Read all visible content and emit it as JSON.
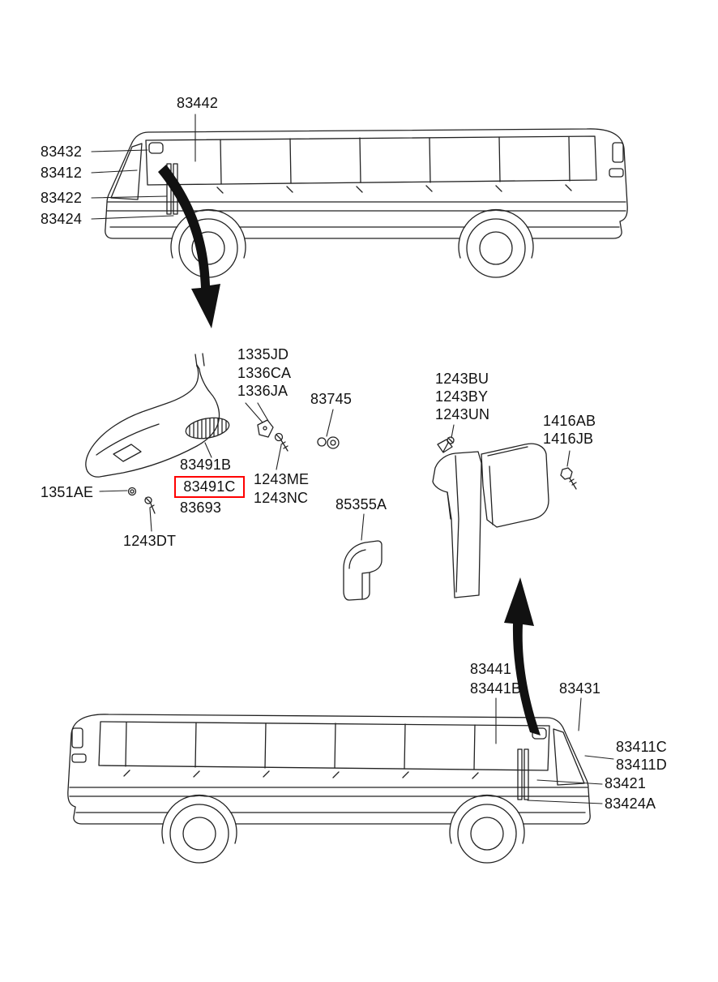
{
  "diagram": {
    "highlight_color": "#ff0000",
    "line_color": "#222222",
    "top_view": {
      "callouts": {
        "c83442": "83442",
        "c83432": "83432",
        "c83412": "83412",
        "c83422": "83422",
        "c83424": "83424"
      }
    },
    "detail_view": {
      "selected_part": "83491C",
      "callouts": {
        "c1335JD": "1335JD",
        "c1336CA": "1336CA",
        "c1336JA": "1336JA",
        "c83745": "83745",
        "c1243BU": "1243BU",
        "c1243BY": "1243BY",
        "c1243UN": "1243UN",
        "c1416AB": "1416AB",
        "c1416JB": "1416JB",
        "c83491B": "83491B",
        "c83491C": "83491C",
        "c83693": "83693",
        "c1351AE": "1351AE",
        "c1243ME": "1243ME",
        "c1243NC": "1243NC",
        "c85355A": "85355A",
        "c1243DT": "1243DT"
      }
    },
    "bottom_view": {
      "callouts": {
        "c83441": "83441",
        "c83441B": "83441B",
        "c83431": "83431",
        "c83411C": "83411C",
        "c83411D": "83411D",
        "c83421": "83421",
        "c83424A": "83424A"
      }
    }
  }
}
